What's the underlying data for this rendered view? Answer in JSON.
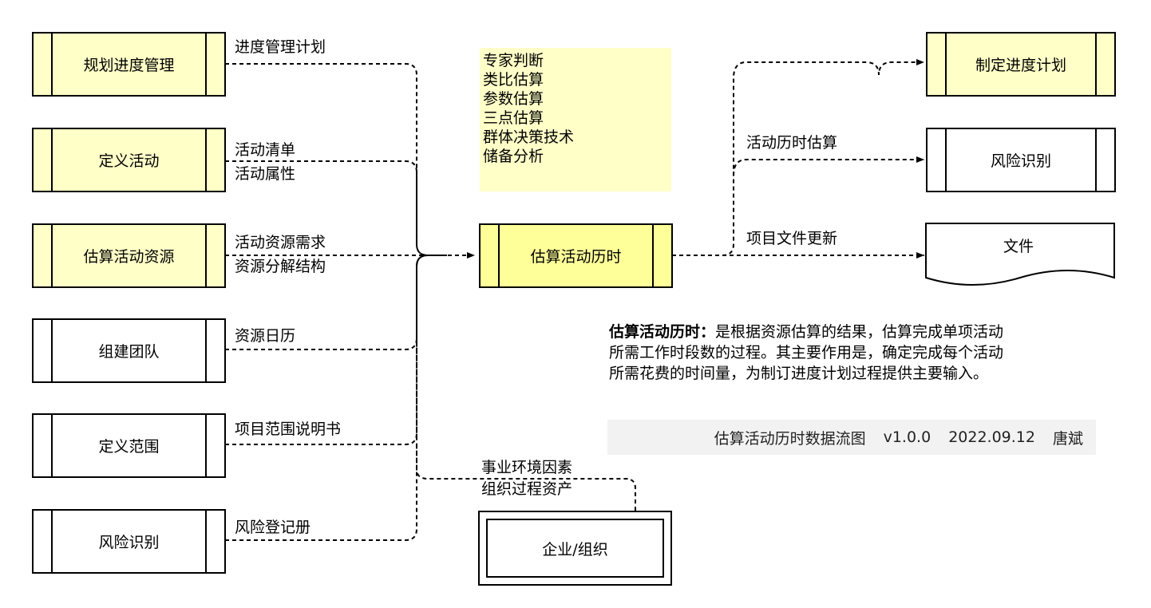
{
  "inputs": [
    {
      "label": "规划进度管理",
      "style": "yellow"
    },
    {
      "label": "定义活动",
      "style": "yellow"
    },
    {
      "label": "估算活动资源",
      "style": "yellow"
    },
    {
      "label": "组建团队",
      "style": "white"
    },
    {
      "label": "定义范围",
      "style": "white"
    },
    {
      "label": "风险识别",
      "style": "white"
    }
  ],
  "flows": {
    "f1": "进度管理计划",
    "f2a": "活动清单",
    "f2b": "活动属性",
    "f3a": "活动资源需求",
    "f3b": "资源分解结构",
    "f4": "资源日历",
    "f5": "项目范围说明书",
    "f6": "风险登记册",
    "eef_a": "事业环境因素",
    "eef_b": "组织过程资产",
    "out1": "活动历时估算",
    "out2": "项目文件更新"
  },
  "tools": [
    "专家判断",
    "类比估算",
    "参数估算",
    "三点估算",
    "群体决策技术",
    "储备分析"
  ],
  "center_process": "估算活动历时",
  "org": "企业/组织",
  "outputs": [
    {
      "label": "制定进度计划",
      "style": "yellow"
    },
    {
      "label": "风险识别",
      "style": "white"
    },
    {
      "label": "文件",
      "style": "document"
    }
  ],
  "description": {
    "title": "估算活动历时：",
    "line1": "是根据资源估算的结果，估算完成单项活动",
    "line2": "所需工作时段数的过程。其主要作用是，确定完成每个活动",
    "line3": "所需花费的时间量，为制订进度计划过程提供主要输入。"
  },
  "footer": {
    "title": "估算活动历时数据流图",
    "version": "v1.0.0",
    "date": "2022.09.12",
    "author": "唐斌"
  },
  "colors": {
    "light_yellow": "#ffffc8",
    "process_yellow": "#ffff99",
    "footer_gray": "#f2f2f2"
  }
}
